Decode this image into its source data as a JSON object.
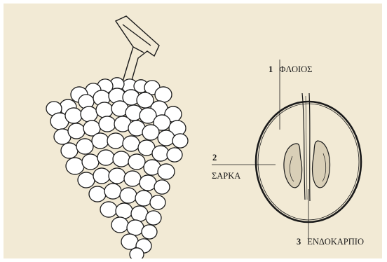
{
  "labels": [
    {
      "number": "1",
      "text": "ΦΛΟΙΟΣ"
    },
    {
      "number": "2",
      "text": "ΣΑΡΚΑ"
    },
    {
      "number": "3",
      "text": "ΕΝΔΟΚΑΡΠΙΟ"
    }
  ],
  "colors": {
    "background": "#f2ead5",
    "ink": "#1a1a1a"
  }
}
